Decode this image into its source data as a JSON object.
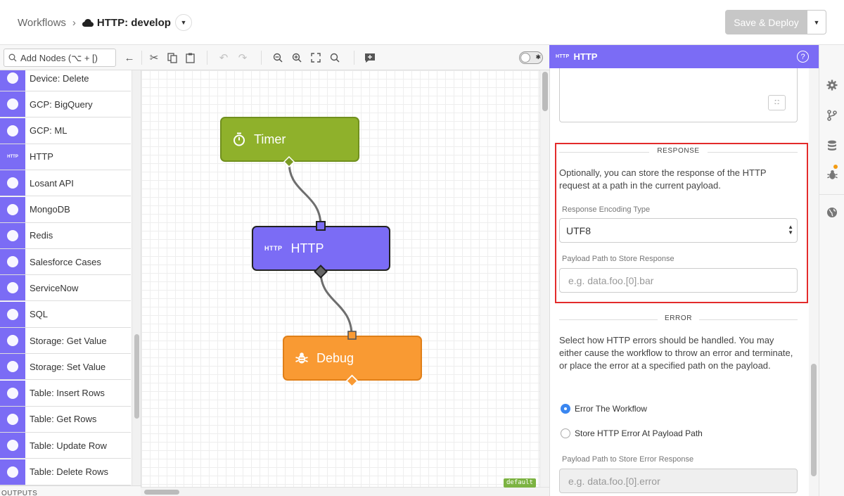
{
  "header": {
    "breadcrumb_root": "Workflows",
    "breadcrumb_sep": "›",
    "breadcrumb_current": "HTTP: develop",
    "save_label": "Save & Deploy"
  },
  "toolbar": {
    "search_placeholder": "Add Nodes (⌥ + [)"
  },
  "palette": {
    "items": [
      {
        "label": "Device: Delete",
        "icon": "device-delete-icon"
      },
      {
        "label": "GCP: BigQuery",
        "icon": "gcp-bigquery-icon"
      },
      {
        "label": "GCP: ML",
        "icon": "gcp-ml-icon"
      },
      {
        "label": "HTTP",
        "icon": "http-icon"
      },
      {
        "label": "Losant API",
        "icon": "losant-api-icon"
      },
      {
        "label": "MongoDB",
        "icon": "mongodb-icon"
      },
      {
        "label": "Redis",
        "icon": "redis-icon"
      },
      {
        "label": "Salesforce Cases",
        "icon": "salesforce-icon"
      },
      {
        "label": "ServiceNow",
        "icon": "servicenow-icon"
      },
      {
        "label": "SQL",
        "icon": "sql-icon"
      },
      {
        "label": "Storage: Get Value",
        "icon": "storage-get-icon"
      },
      {
        "label": "Storage: Set Value",
        "icon": "storage-set-icon"
      },
      {
        "label": "Table: Insert Rows",
        "icon": "table-insert-icon"
      },
      {
        "label": "Table: Get Rows",
        "icon": "table-get-icon"
      },
      {
        "label": "Table: Update Row",
        "icon": "table-update-icon"
      },
      {
        "label": "Table: Delete Rows",
        "icon": "table-delete-icon"
      }
    ],
    "http_icon_text": "HTTP",
    "outputs_label": "OUTPUTS"
  },
  "canvas": {
    "nodes": {
      "timer": "Timer",
      "http": "HTTP",
      "debug": "Debug"
    },
    "http_tag": "HTTP",
    "default_tag": "default"
  },
  "panel": {
    "title": "HTTP",
    "title_tag": "HTTP",
    "help": "?",
    "response": {
      "heading": "RESPONSE",
      "description": "Optionally, you can store the response of the HTTP request at a path in the current payload.",
      "encoding_label": "Response Encoding Type",
      "encoding_value": "UTF8",
      "path_label": "Payload Path to Store Response",
      "path_placeholder": "e.g. data.foo.[0].bar"
    },
    "error": {
      "heading": "ERROR",
      "description": "Select how HTTP errors should be handled. You may either cause the workflow to throw an error and terminate, or place the error at a specified path on the payload.",
      "options": [
        {
          "label": "Error The Workflow",
          "selected": true
        },
        {
          "label": "Store HTTP Error At Payload Path",
          "selected": false
        }
      ],
      "path_label": "Payload Path to Store Error Response",
      "path_placeholder": "e.g. data.foo.[0].error"
    }
  },
  "colors": {
    "accent": "#7b6cf5",
    "timer": "#8fb12b",
    "debug": "#f99a33",
    "highlight": "#e32b2b"
  }
}
